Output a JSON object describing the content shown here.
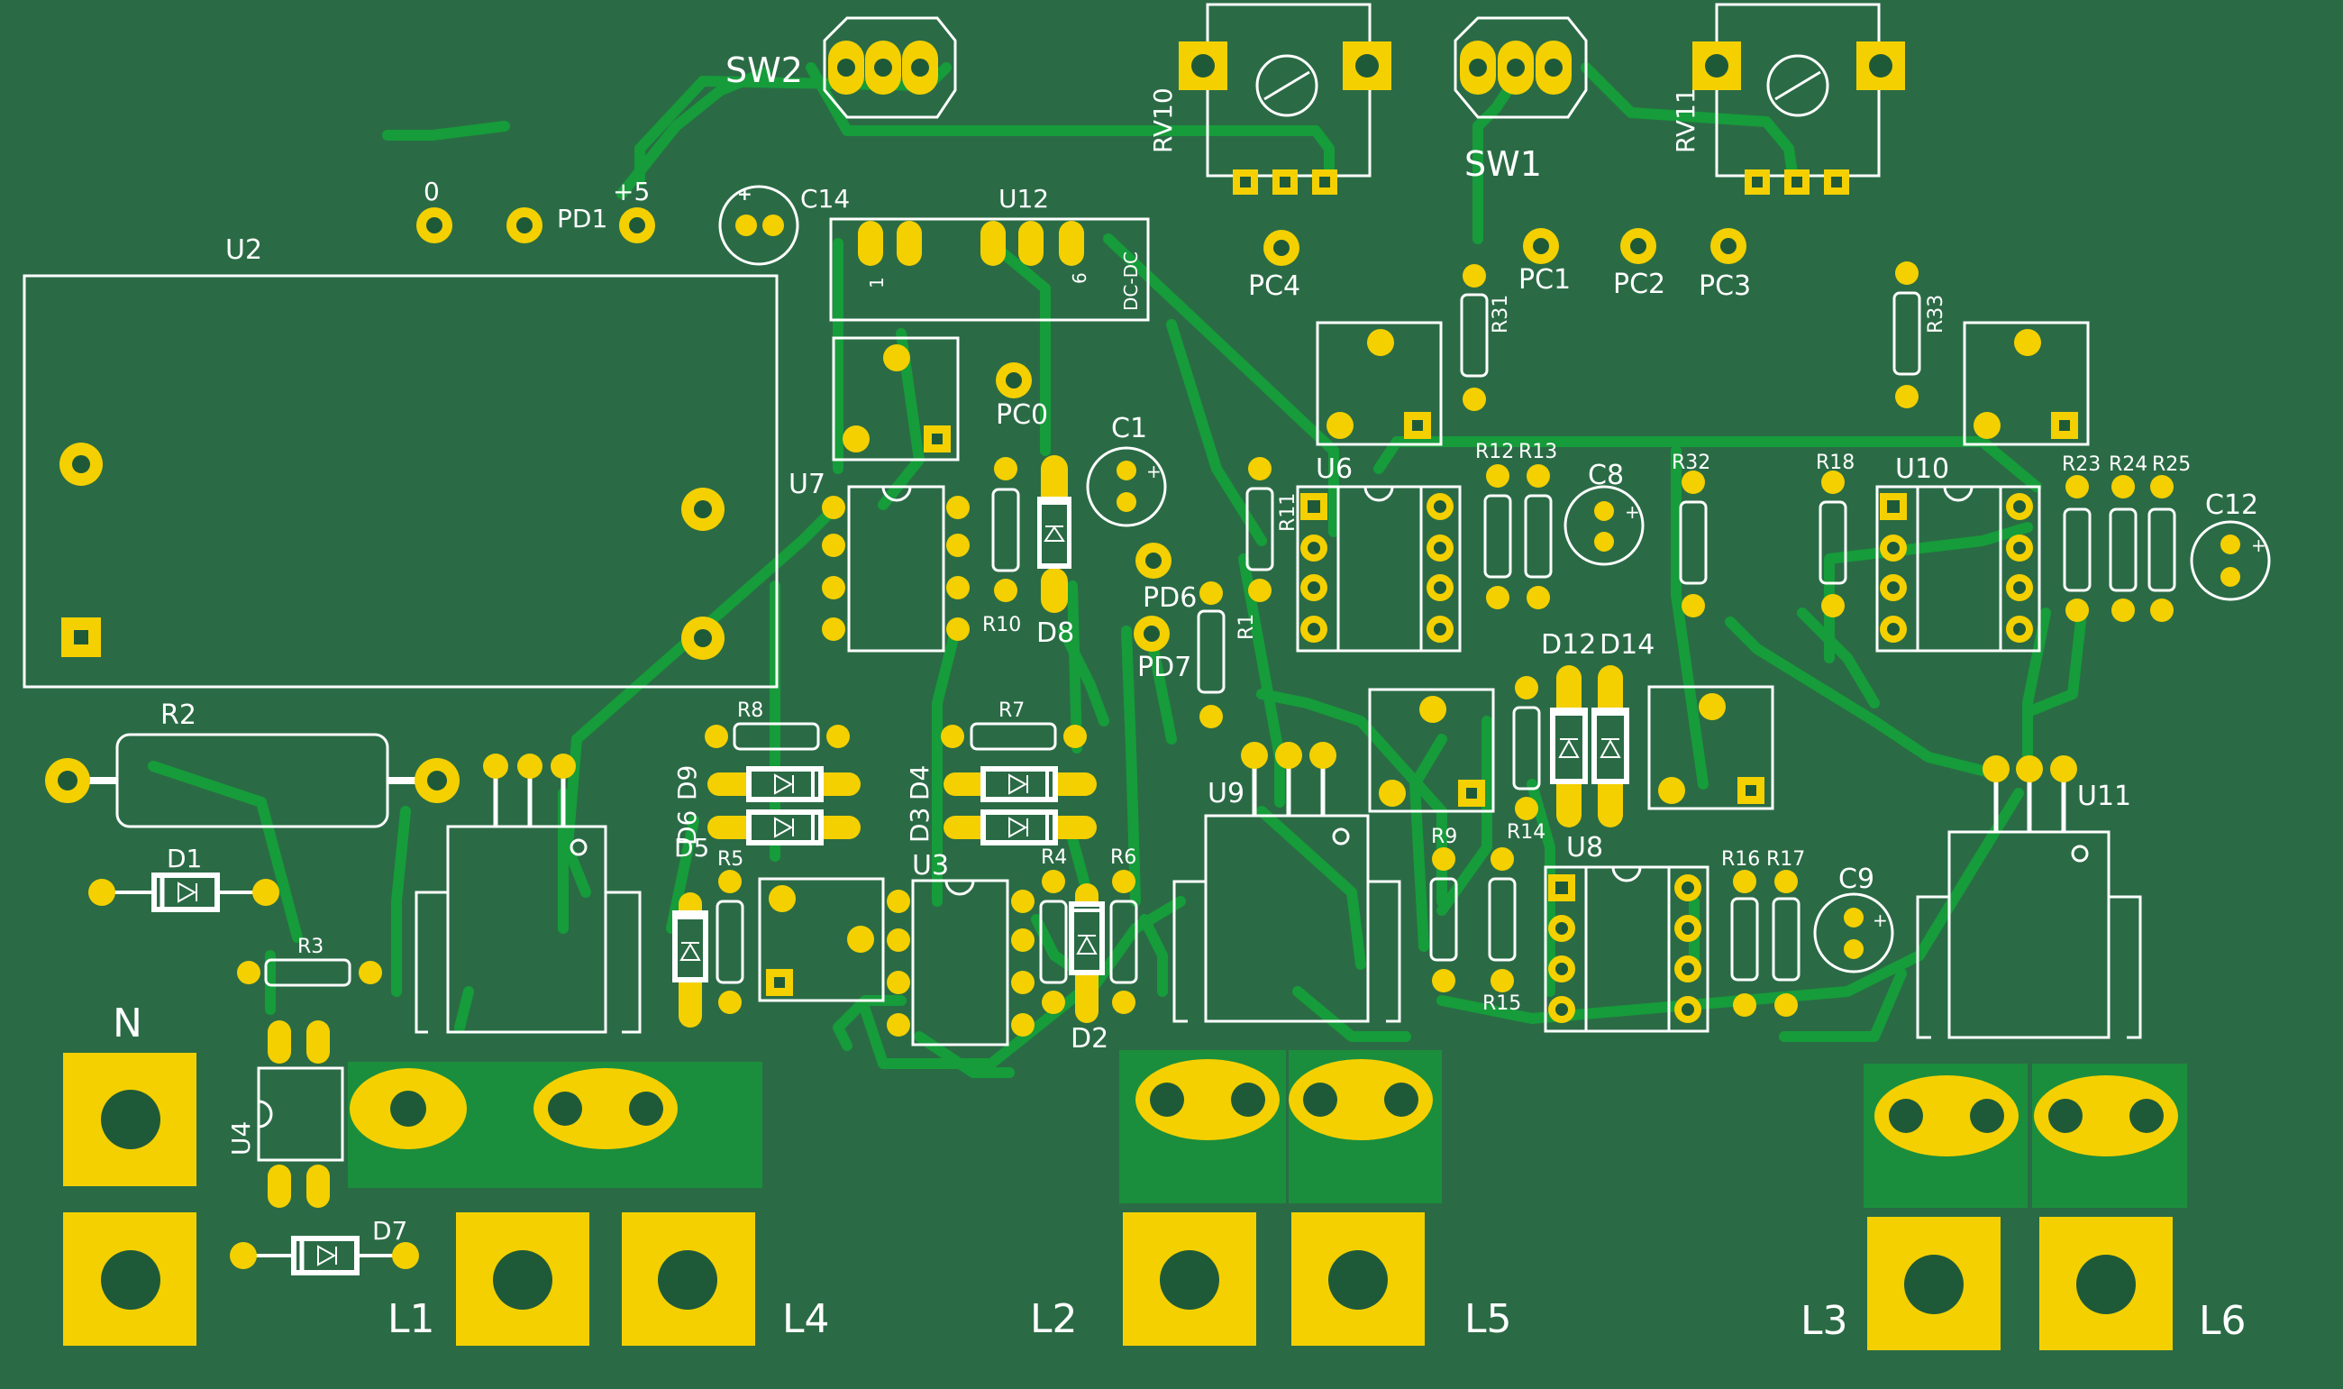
{
  "colors": {
    "board": "#2a6b45",
    "trace": "#169c3a",
    "copper": "#f4d000",
    "silk": "#ffffff",
    "hole": "#1f5a38"
  },
  "labels": {
    "sw2": "SW2",
    "rv10": "RV10",
    "sw1": "SW1",
    "rv11": "RV11",
    "u2": "U2",
    "pd1": "PD1",
    "pd1_0": "0",
    "pd1_5v": "+5",
    "c14": "C14",
    "u12": "U12",
    "u12_pin1": "1",
    "u12_pin6": "6",
    "dcdc": "DC-DC",
    "pc4": "PC4",
    "pc1": "PC1",
    "pc2": "PC2",
    "pc3": "PC3",
    "r31": "R31",
    "r33": "R33",
    "pc0": "PC0",
    "c1": "C1",
    "u7": "U7",
    "r10": "R10",
    "d8": "D8",
    "pd6": "PD6",
    "pd7": "PD7",
    "r1": "R1",
    "r11": "R11",
    "u6": "U6",
    "r12": "R12",
    "r13": "R13",
    "c8": "C8",
    "r32": "R32",
    "r18": "R18",
    "u10": "U10",
    "r23": "R23",
    "r24": "R24",
    "r25": "R25",
    "c12": "C12",
    "r2": "R2",
    "r8": "R8",
    "r7": "R7",
    "d9": "D9",
    "d6": "D6",
    "d4": "D4",
    "d3": "D3",
    "d5": "D5",
    "r5": "R5",
    "u3": "U3",
    "r4": "R4",
    "r6": "R6",
    "d2": "D2",
    "d1": "D1",
    "r3": "R3",
    "u9": "U9",
    "d12": "D12",
    "d14": "D14",
    "r9": "R9",
    "r14": "R14",
    "r15": "R15",
    "u8": "U8",
    "r16": "R16",
    "r17": "R17",
    "c9": "C9",
    "u11": "U11",
    "u4": "U4",
    "d7": "D7",
    "n": "N",
    "l1": "L1",
    "l4": "L4",
    "l2": "L2",
    "l5": "L5",
    "l3": "L3",
    "l6": "L6"
  }
}
